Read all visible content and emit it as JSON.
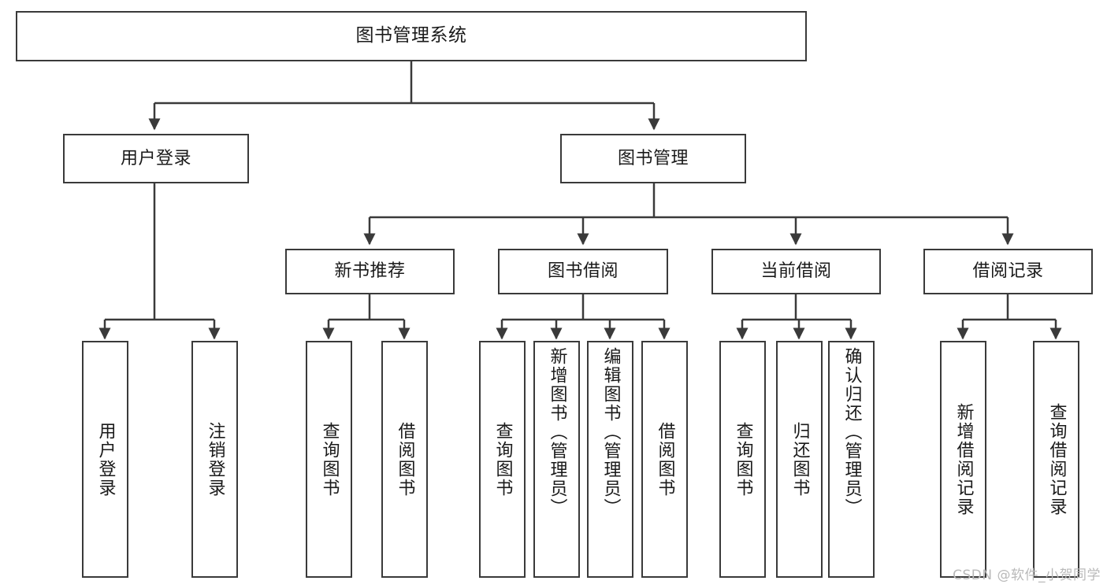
{
  "diagram": {
    "title": "图书管理系统",
    "type": "tree-hierarchy",
    "watermark": "CSDN @软件_小贺同学",
    "stroke_color": "#3a3a3a",
    "fill_color": "#ffffff",
    "text_color": "#1a1a1a",
    "watermark_color": "#b9b9b9",
    "nodes": {
      "root": {
        "label": "图书管理系统"
      },
      "level2": [
        {
          "id": "user-login",
          "label": "用户登录"
        },
        {
          "id": "book-manage",
          "label": "图书管理"
        }
      ],
      "level3": [
        {
          "id": "new-book-recommend",
          "label": "新书推荐"
        },
        {
          "id": "book-borrow",
          "label": "图书借阅"
        },
        {
          "id": "current-borrow",
          "label": "当前借阅"
        },
        {
          "id": "borrow-record",
          "label": "借阅记录"
        }
      ],
      "leaves": {
        "user_login": [
          {
            "id": "leaf-user-login",
            "label": "用户登录"
          },
          {
            "id": "leaf-logout",
            "label": "注销登录"
          }
        ],
        "new_book_recommend": [
          {
            "id": "leaf-query-book-1",
            "label": "查询图书"
          },
          {
            "id": "leaf-borrow-book-1",
            "label": "借阅图书"
          }
        ],
        "book_borrow": [
          {
            "id": "leaf-query-book-2",
            "label": "查询图书"
          },
          {
            "id": "leaf-add-book",
            "label": "新增图书（管理员）"
          },
          {
            "id": "leaf-edit-book",
            "label": "编辑图书（管理员）"
          },
          {
            "id": "leaf-borrow-book-2",
            "label": "借阅图书"
          }
        ],
        "current_borrow": [
          {
            "id": "leaf-query-book-3",
            "label": "查询图书"
          },
          {
            "id": "leaf-return-book",
            "label": "归还图书"
          },
          {
            "id": "leaf-confirm-return",
            "label": "确认归还（管理员）"
          }
        ],
        "borrow_record": [
          {
            "id": "leaf-add-record",
            "label": "新增借阅记录"
          },
          {
            "id": "leaf-query-record",
            "label": "查询借阅记录"
          }
        ]
      }
    }
  }
}
